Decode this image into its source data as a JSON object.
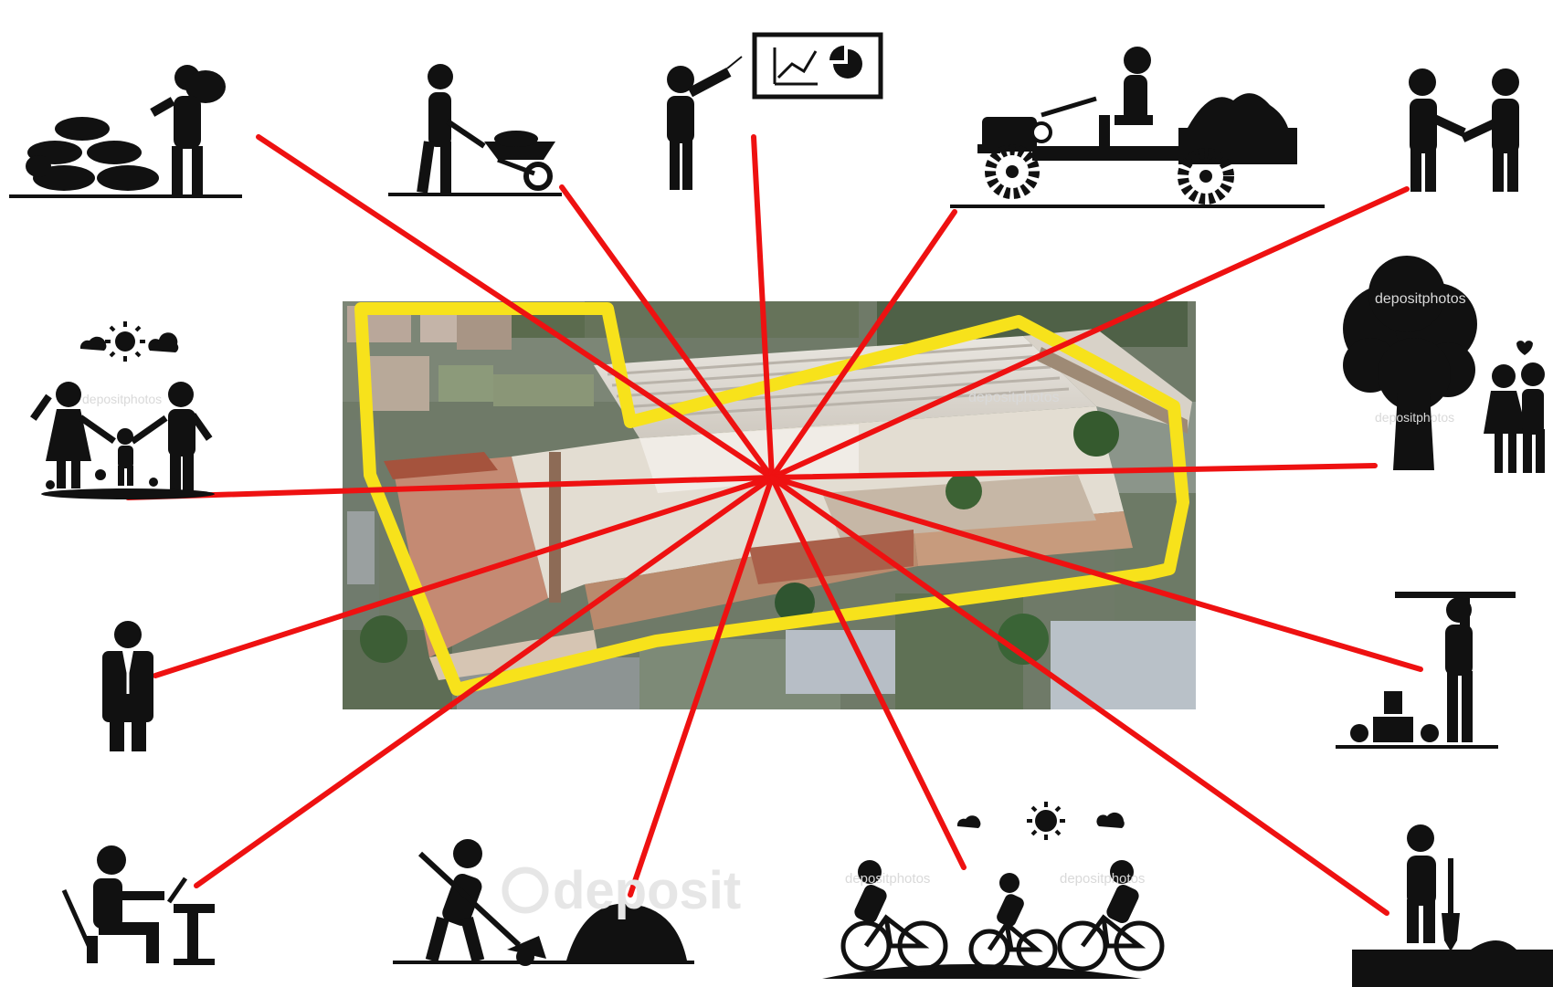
{
  "hub_image": {
    "description_icon": "aerial-factory-photo-icon",
    "colors": {
      "outline": "#f7e21b",
      "connector": "#ee1111",
      "icon": "#111111"
    }
  },
  "watermarks": {
    "small": "depositphotos",
    "large": "deposit"
  },
  "spokes": [
    {
      "name": "sacks-carrier",
      "icon": "person-carrying-sacks-icon"
    },
    {
      "name": "wheelbarrow",
      "icon": "person-with-wheelbarrow-icon"
    },
    {
      "name": "presenter",
      "icon": "presenter-chart-icon"
    },
    {
      "name": "tractor",
      "icon": "tractor-driver-icon"
    },
    {
      "name": "handshake",
      "icon": "handshake-icon"
    },
    {
      "name": "family",
      "icon": "family-outdoors-icon"
    },
    {
      "name": "couple-tree",
      "icon": "couple-under-tree-icon"
    },
    {
      "name": "businessman",
      "icon": "businessman-icon"
    },
    {
      "name": "builder",
      "icon": "builder-stacking-icon"
    },
    {
      "name": "office-worker",
      "icon": "office-worker-laptop-icon"
    },
    {
      "name": "shoveling",
      "icon": "person-shoveling-icon"
    },
    {
      "name": "cyclists",
      "icon": "family-cycling-icon"
    },
    {
      "name": "digging",
      "icon": "person-digging-icon"
    }
  ]
}
